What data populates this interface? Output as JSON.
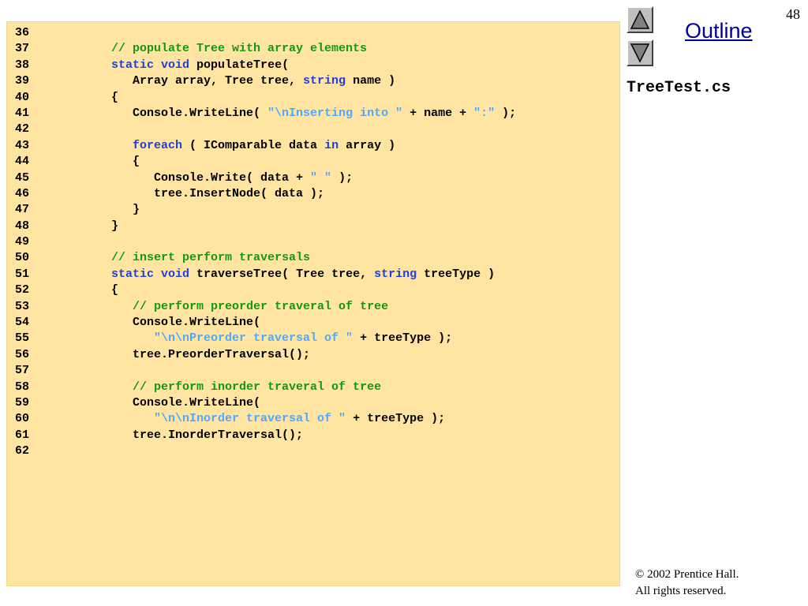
{
  "page_number": "48",
  "outline_label": "Outline",
  "filename": "TreeTest.cs",
  "copyright": {
    "line1": "© 2002 Prentice Hall.",
    "line2": "All rights reserved."
  },
  "nav": {
    "up_icon": "triangle-up-icon",
    "down_icon": "triangle-down-icon"
  },
  "colors": {
    "panel_bg": "#ffe5a1",
    "keyword": "#1f3fdd",
    "comment": "#119911",
    "string": "#4fa8ff",
    "outline_link": "#000099"
  },
  "code_lines": [
    {
      "n": "36",
      "segs": []
    },
    {
      "n": "37",
      "segs": [
        [
          "cm",
          "// populate Tree with array elements"
        ]
      ]
    },
    {
      "n": "38",
      "segs": [
        [
          "kw",
          "static"
        ],
        [
          "p",
          " "
        ],
        [
          "kw",
          "void"
        ],
        [
          "p",
          " populateTree("
        ]
      ]
    },
    {
      "n": "39",
      "segs": [
        [
          "p",
          "   Array array, Tree tree, "
        ],
        [
          "kw",
          "string"
        ],
        [
          "p",
          " name )"
        ]
      ]
    },
    {
      "n": "40",
      "segs": [
        [
          "p",
          "{"
        ]
      ]
    },
    {
      "n": "41",
      "segs": [
        [
          "p",
          "   Console.WriteLine( "
        ],
        [
          "st",
          "\"\\nInserting into \""
        ],
        [
          "p",
          " + name + "
        ],
        [
          "st",
          "\":\""
        ],
        [
          "p",
          " );"
        ]
      ]
    },
    {
      "n": "42",
      "segs": []
    },
    {
      "n": "43",
      "segs": [
        [
          "p",
          "   "
        ],
        [
          "kw",
          "foreach"
        ],
        [
          "p",
          " ( IComparable data "
        ],
        [
          "kw",
          "in"
        ],
        [
          "p",
          " array )"
        ]
      ]
    },
    {
      "n": "44",
      "segs": [
        [
          "p",
          "   {"
        ]
      ]
    },
    {
      "n": "45",
      "segs": [
        [
          "p",
          "      Console.Write( data + "
        ],
        [
          "st",
          "\" \""
        ],
        [
          "p",
          " );"
        ]
      ]
    },
    {
      "n": "46",
      "segs": [
        [
          "p",
          "      tree.InsertNode( data );"
        ]
      ]
    },
    {
      "n": "47",
      "segs": [
        [
          "p",
          "   }"
        ]
      ]
    },
    {
      "n": "48",
      "segs": [
        [
          "p",
          "}"
        ]
      ]
    },
    {
      "n": "49",
      "segs": []
    },
    {
      "n": "50",
      "segs": [
        [
          "cm",
          "// insert perform traversals"
        ]
      ]
    },
    {
      "n": "51",
      "segs": [
        [
          "kw",
          "static"
        ],
        [
          "p",
          " "
        ],
        [
          "kw",
          "void"
        ],
        [
          "p",
          " traverseTree( Tree tree, "
        ],
        [
          "kw",
          "string"
        ],
        [
          "p",
          " treeType )"
        ]
      ]
    },
    {
      "n": "52",
      "segs": [
        [
          "p",
          "{"
        ]
      ]
    },
    {
      "n": "53",
      "segs": [
        [
          "p",
          "   "
        ],
        [
          "cm",
          "// perform preorder traveral of tree"
        ]
      ]
    },
    {
      "n": "54",
      "segs": [
        [
          "p",
          "   Console.WriteLine("
        ]
      ]
    },
    {
      "n": "55",
      "segs": [
        [
          "p",
          "      "
        ],
        [
          "st",
          "\"\\n\\nPreorder traversal of \""
        ],
        [
          "p",
          " + treeType );"
        ]
      ]
    },
    {
      "n": "56",
      "segs": [
        [
          "p",
          "   tree.PreorderTraversal();"
        ]
      ]
    },
    {
      "n": "57",
      "segs": []
    },
    {
      "n": "58",
      "segs": [
        [
          "p",
          "   "
        ],
        [
          "cm",
          "// perform inorder traveral of tree"
        ]
      ]
    },
    {
      "n": "59",
      "segs": [
        [
          "p",
          "   Console.WriteLine("
        ]
      ]
    },
    {
      "n": "60",
      "segs": [
        [
          "p",
          "      "
        ],
        [
          "st",
          "\"\\n\\nInorder traversal of \""
        ],
        [
          "p",
          " + treeType );"
        ]
      ]
    },
    {
      "n": "61",
      "segs": [
        [
          "p",
          "   tree.InorderTraversal();"
        ]
      ]
    },
    {
      "n": "62",
      "segs": []
    }
  ]
}
